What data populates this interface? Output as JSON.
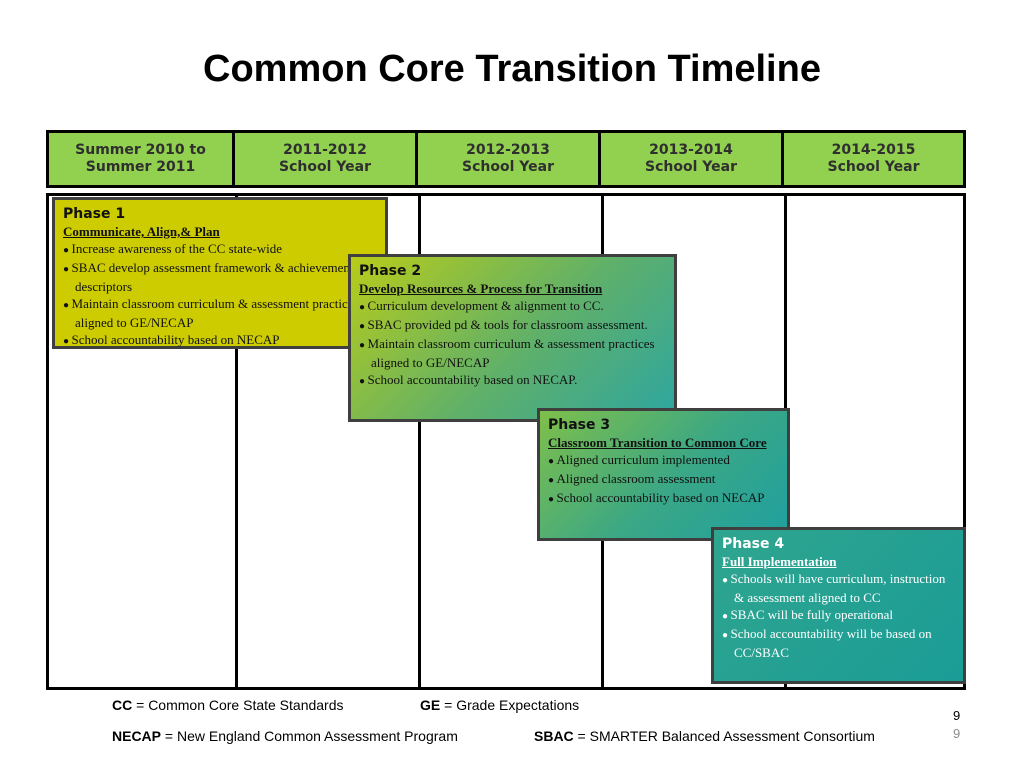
{
  "title": "Common Core Transition Timeline",
  "columns": [
    {
      "line1": "Summer 2010 to",
      "line2": "Summer 2011"
    },
    {
      "line1": "2011-2012",
      "line2": "School Year"
    },
    {
      "line1": "2012-2013",
      "line2": "School Year"
    },
    {
      "line1": "2013-2014",
      "line2": "School Year"
    },
    {
      "line1": "2014-2015",
      "line2": "School Year"
    }
  ],
  "phases": [
    {
      "title": "Phase 1",
      "subtitle": "Communicate, Align,& Plan",
      "items": [
        "Increase awareness of the CC state-wide",
        "SBAC develop assessment framework & achievement descriptors",
        "Maintain classroom curriculum & assessment practices aligned to GE/NECAP",
        "School accountability    based on NECAP"
      ]
    },
    {
      "title": "Phase 2",
      "subtitle": "Develop Resources & Process for Transition",
      "items": [
        "Curriculum development & alignment to CC.",
        "SBAC provided pd & tools for classroom assessment.",
        "Maintain classroom curriculum  & assessment practices aligned  to GE/NECAP",
        "School accountability based on NECAP."
      ]
    },
    {
      "title": "Phase 3",
      "subtitle": "Classroom Transition to Common Core",
      "items": [
        "Aligned curriculum implemented",
        "Aligned classroom assessment",
        "School accountability based on NECAP"
      ]
    },
    {
      "title": "Phase 4",
      "subtitle": "Full Implementation",
      "items": [
        "Schools will have curriculum, instruction & assessment aligned to CC",
        "SBAC will be fully operational",
        "School accountability will be based on CC/SBAC"
      ]
    }
  ],
  "legend": [
    {
      "abbr": "CC",
      "def": " = Common Core State Standards"
    },
    {
      "abbr": "GE",
      "def": " = Grade Expectations"
    },
    {
      "abbr": "NECAP",
      "def": " = New England Common Assessment Program"
    },
    {
      "abbr": "SBAC",
      "def": " = SMARTER Balanced Assessment Consortium"
    }
  ],
  "page_number": "9",
  "page_number_repeat": "9"
}
